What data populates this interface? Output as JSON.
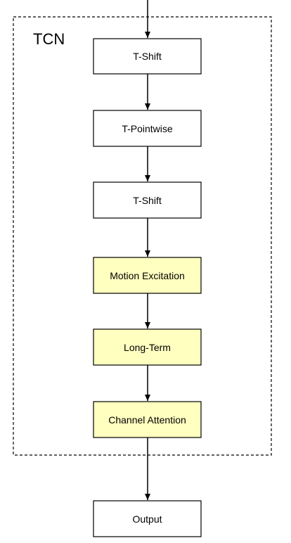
{
  "group": {
    "label": "TCN"
  },
  "nodes": [
    {
      "id": "t-shift-1",
      "label": "T-Shift",
      "highlighted": false
    },
    {
      "id": "t-pointwise",
      "label": "T-Pointwise",
      "highlighted": false
    },
    {
      "id": "t-shift-2",
      "label": "T-Shift",
      "highlighted": false
    },
    {
      "id": "motion-excitation",
      "label": "Motion Excitation",
      "highlighted": true
    },
    {
      "id": "long-term",
      "label": "Long-Term",
      "highlighted": true
    },
    {
      "id": "channel-attention",
      "label": "Channel Attention",
      "highlighted": true
    },
    {
      "id": "output",
      "label": "Output",
      "highlighted": false
    }
  ],
  "colors": {
    "plain_fill": "#ffffff",
    "highlight_fill": "#ffffc0",
    "stroke": "#000000"
  }
}
